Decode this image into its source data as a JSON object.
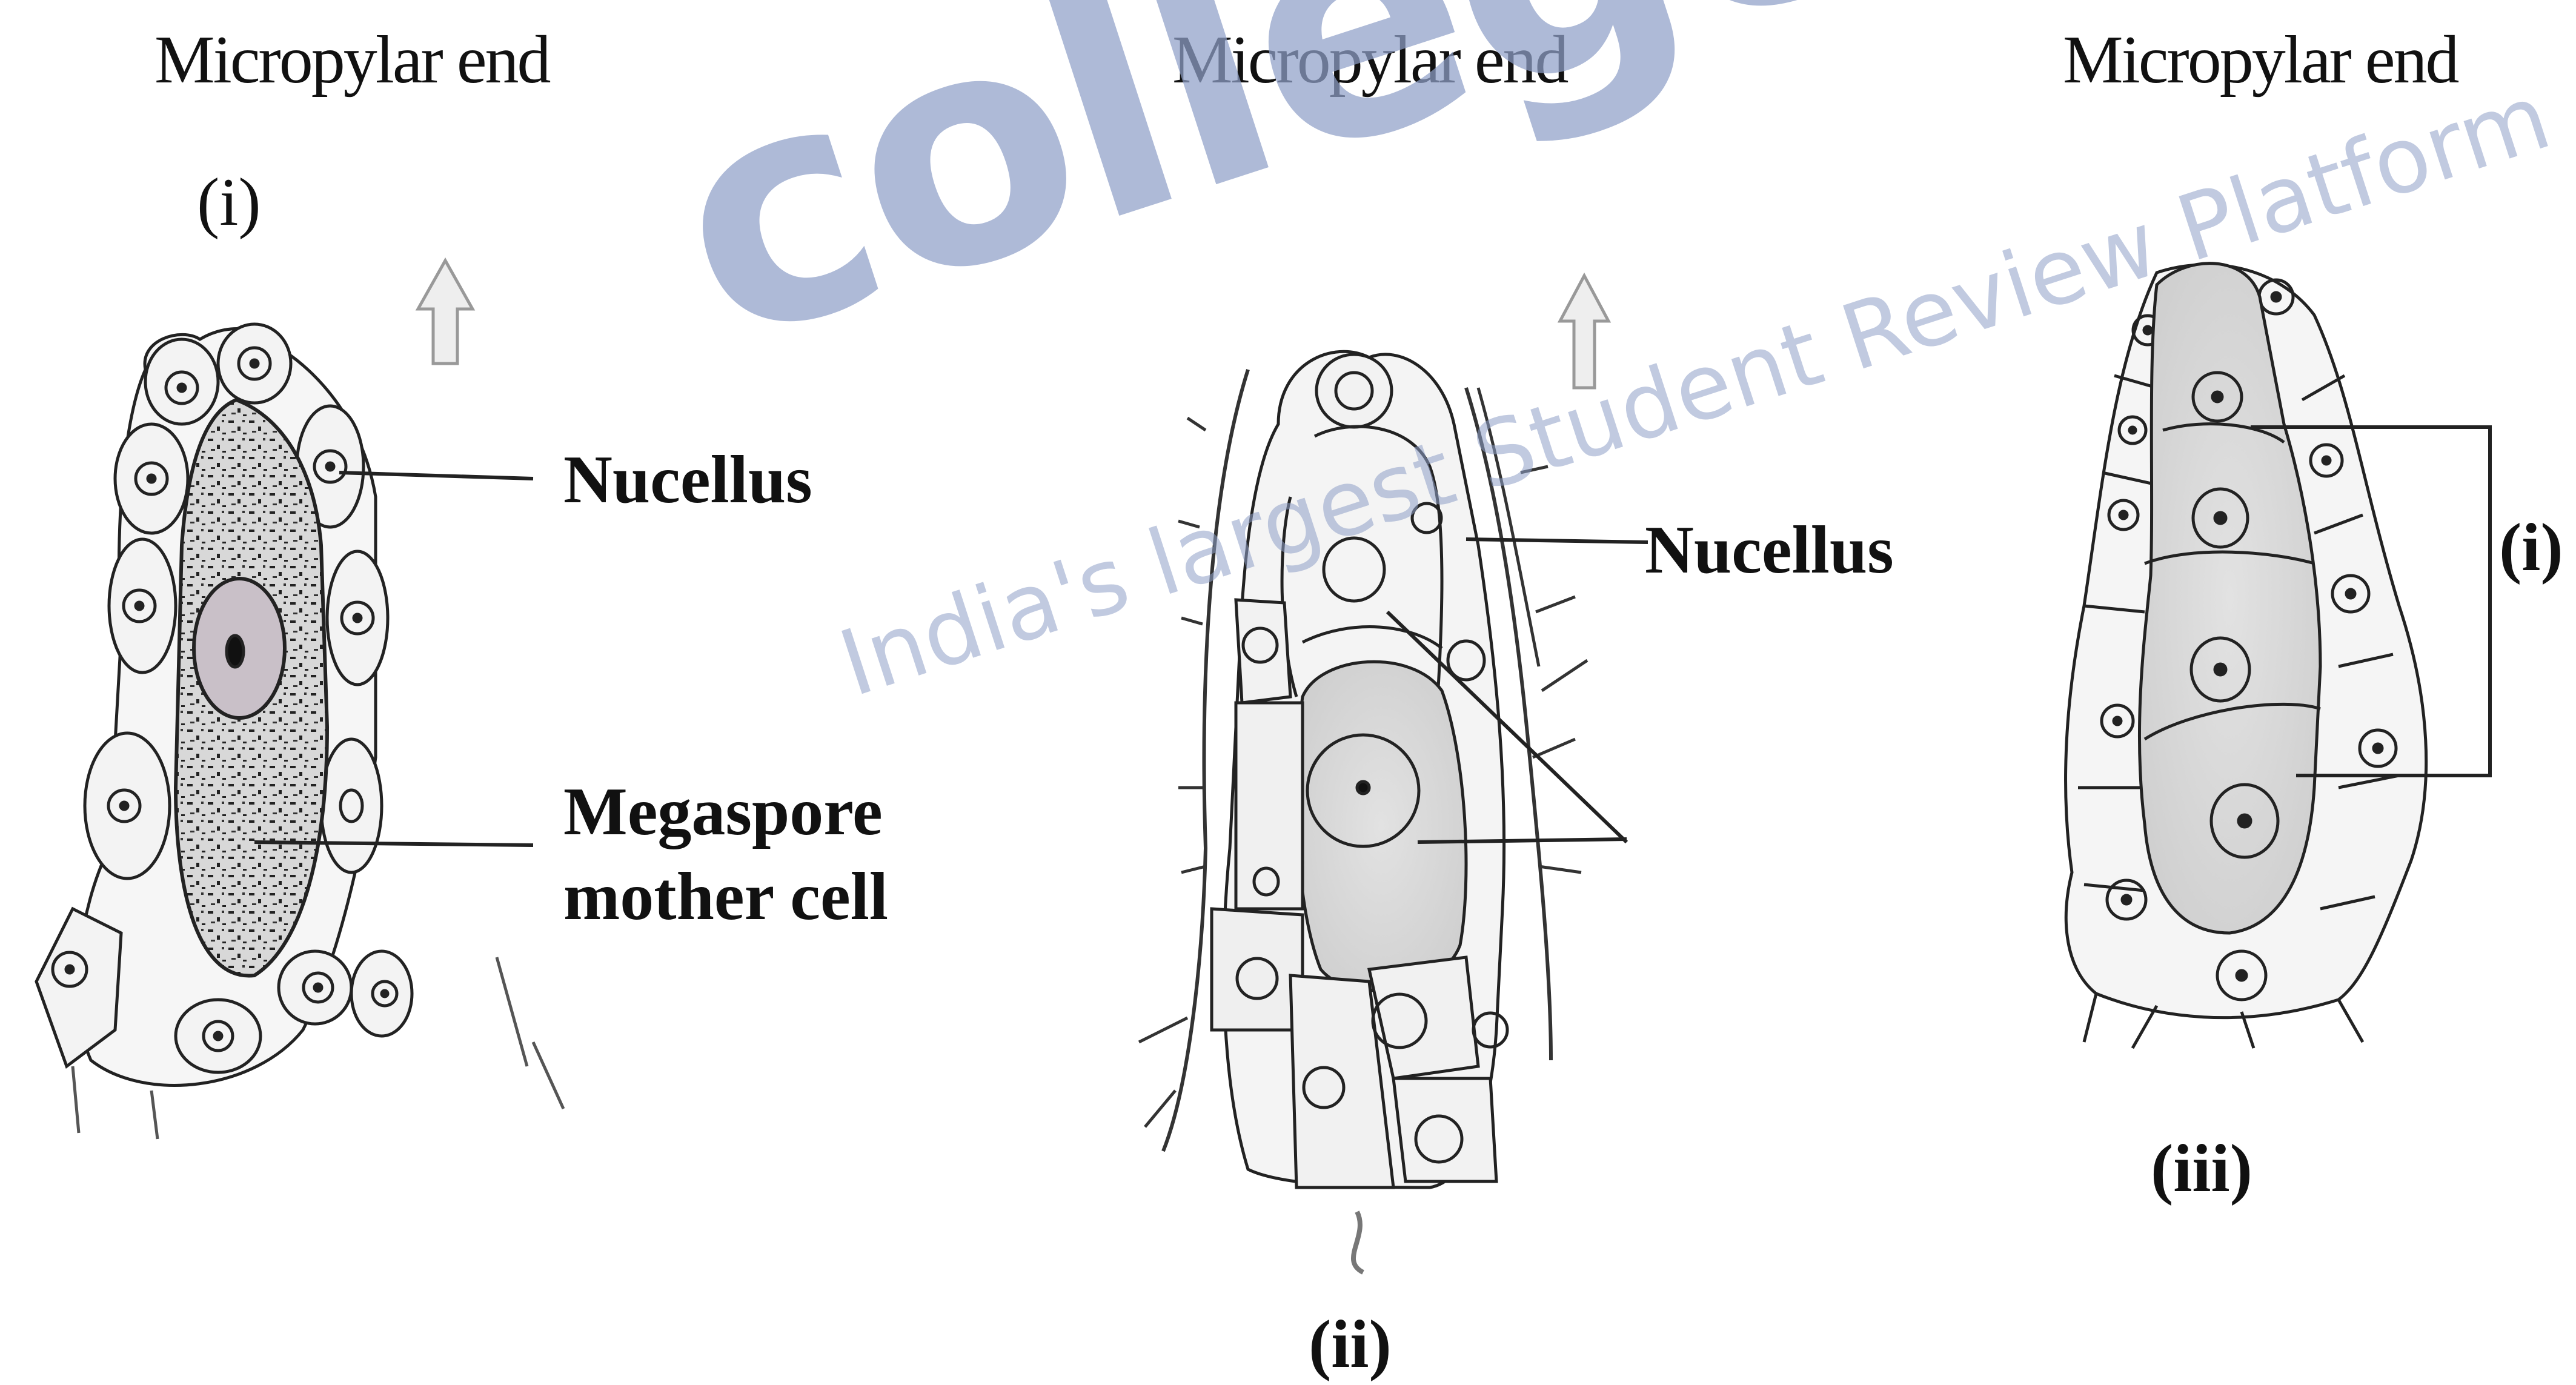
{
  "figures": [
    {
      "id": "i",
      "heading": "Micropylar end",
      "number": "(i)",
      "labels": [
        "Nucellus",
        "Megaspore",
        "mother cell"
      ]
    },
    {
      "id": "ii",
      "heading": "Micropylar end",
      "number": "(ii)",
      "labels": [
        "Nucellus"
      ]
    },
    {
      "id": "iii",
      "heading": "Micropylar end",
      "number": "(iii)",
      "bracket_label": "(i)"
    }
  ],
  "watermark": {
    "brand": "collegedunia",
    "tagline": "India's largest Student Review Platform",
    "color": "#8fa0c8"
  },
  "colors": {
    "ink": "#111111",
    "cell_fill": "#f4f4f4",
    "mmc_fill": "#e4e4e4",
    "stipple": "#2a2a2a"
  }
}
